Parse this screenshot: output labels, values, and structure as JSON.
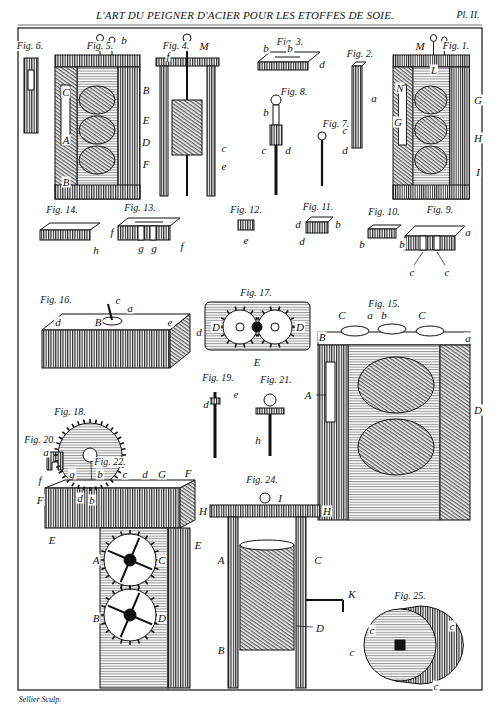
{
  "diagram": {
    "title": "L'ART DU PEIGNER D'ACIER POUR LES ETOFFES DE SOIE.",
    "labels": [
      "Pl. II.",
      "Fig. 6.",
      "Fig. 5.",
      "b",
      "C",
      "B",
      "E",
      "D",
      "A",
      "F",
      "B",
      "Fig. 4.",
      "M",
      "f",
      "c",
      "e",
      "Fig. 3.",
      "b",
      "b",
      "d",
      "Fig. 2.",
      "a",
      "c",
      "d",
      "Fig. 1.",
      "M",
      "L",
      "N",
      "G",
      "G",
      "H",
      "I",
      "Fig. 8.",
      "b",
      "c",
      "d",
      "Fig. 7.",
      "Fig. 14.",
      "h",
      "Fig. 13.",
      "f",
      "g",
      "g",
      "f",
      "Fig. 12.",
      "e",
      "Fig. 11.",
      "d",
      "b",
      "d",
      "Fig. 10.",
      "b",
      "b",
      "Fig. 9.",
      "a",
      "c",
      "c",
      "Fig. 16.",
      "B",
      "c",
      "a",
      "e",
      "d",
      "d",
      "Fig. 17.",
      "D",
      "D",
      "E",
      "Fig. 15.",
      "B",
      "C",
      "a",
      "b",
      "C",
      "a",
      "A",
      "D",
      "Fig. 18.",
      "a",
      "b",
      "Fig. 19.",
      "d",
      "e",
      "Fig. 21.",
      "h",
      "Fig. 20.",
      "f",
      "g",
      "Fig. 22.",
      "b",
      "c",
      "d",
      "G",
      "F",
      "F",
      "d",
      "E",
      "E",
      "A",
      "C",
      "B",
      "D",
      "Fig. 24.",
      "H",
      "I",
      "H",
      "A",
      "C",
      "K",
      "D",
      "B",
      "Fig. 25.",
      "c",
      "c",
      "c",
      "c",
      "Sellier Sculp."
    ]
  }
}
